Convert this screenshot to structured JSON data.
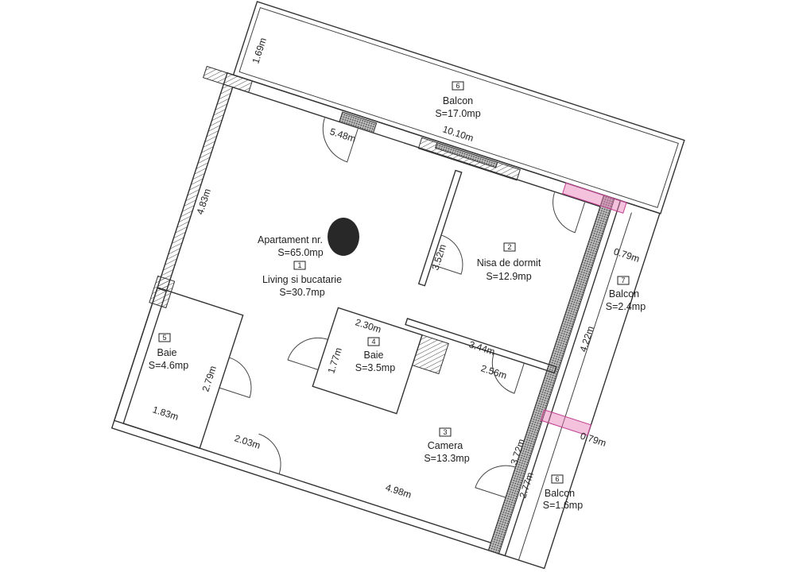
{
  "rooms": {
    "apartment": {
      "title": "Apartament nr.",
      "area": "S=65.0mp"
    },
    "living": {
      "number": "1",
      "name": "Living si bucatarie",
      "area": "S=30.7mp"
    },
    "nisa": {
      "number": "2",
      "name": "Nisa de dormit",
      "area": "S=12.9mp"
    },
    "camera": {
      "number": "3",
      "name": "Camera",
      "area": "S=13.3mp"
    },
    "baie4": {
      "number": "4",
      "name": "Baie",
      "area": "S=3.5mp"
    },
    "baie5": {
      "number": "5",
      "name": "Baie",
      "area": "S=4.6mp"
    },
    "balcon_top": {
      "number": "6",
      "name": "Balcon",
      "area": "S=17.0mp"
    },
    "balcon_right": {
      "number": "7",
      "name": "Balcon",
      "area": "S=2.4mp"
    },
    "balcon_small": {
      "number": "6",
      "name": "Balcon",
      "area": "S=1.6mp"
    }
  },
  "dimensions": [
    "1.69m",
    "10.10m",
    "5.48m",
    "4.83m",
    "3.52m",
    "0.79m",
    "4.22m",
    "2.30m",
    "3.44m",
    "1.77m",
    "2.56m",
    "2.79m",
    "1.83m",
    "2.03m",
    "0.79m",
    "3.72m",
    "4.98m",
    "2.77m"
  ],
  "colors": {
    "wall": "#333333",
    "highlight": "#e678b4"
  }
}
